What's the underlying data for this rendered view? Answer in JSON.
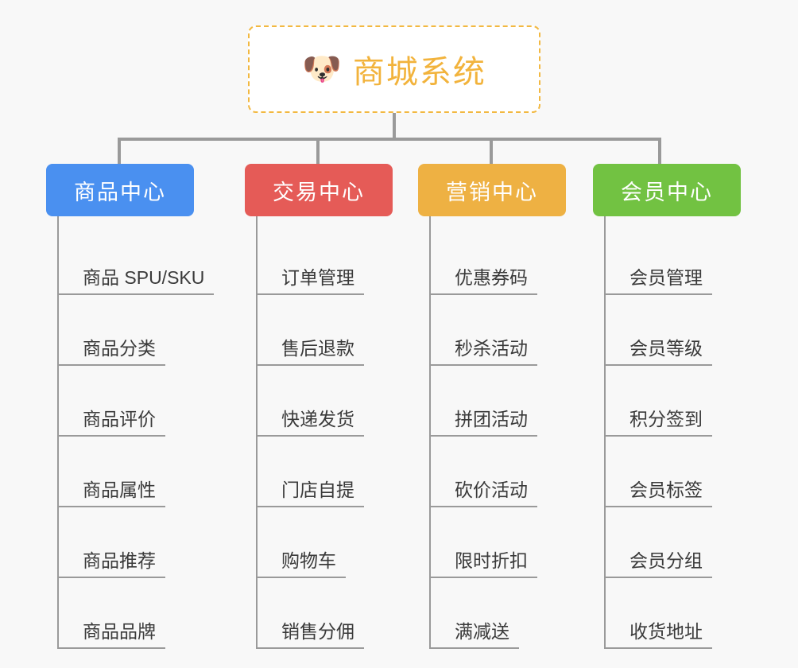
{
  "page": {
    "background_color": "#f8f8f8",
    "line_color": "#9a9a9a"
  },
  "root": {
    "icon": "shiba-dog-face-emoji",
    "icon_glyph": "🐶",
    "title": "商城系统",
    "text_color": "#f2b33c",
    "border_color": "#f2b841",
    "background_color": "#ffffff"
  },
  "categories": [
    {
      "label": "商品中心",
      "color": "#4a90f0",
      "items": [
        "商品 SPU/SKU",
        "商品分类",
        "商品评价",
        "商品属性",
        "商品推荐",
        "商品品牌"
      ]
    },
    {
      "label": "交易中心",
      "color": "#e55b57",
      "items": [
        "订单管理",
        "售后退款",
        "快递发货",
        "门店自提",
        "购物车",
        "销售分佣"
      ]
    },
    {
      "label": "营销中心",
      "color": "#eeb143",
      "items": [
        "优惠券码",
        "秒杀活动",
        "拼团活动",
        "砍价活动",
        "限时折扣",
        "满减送"
      ]
    },
    {
      "label": "会员中心",
      "color": "#72c242",
      "items": [
        "会员管理",
        "会员等级",
        "积分签到",
        "会员标签",
        "会员分组",
        "收货地址"
      ]
    }
  ]
}
